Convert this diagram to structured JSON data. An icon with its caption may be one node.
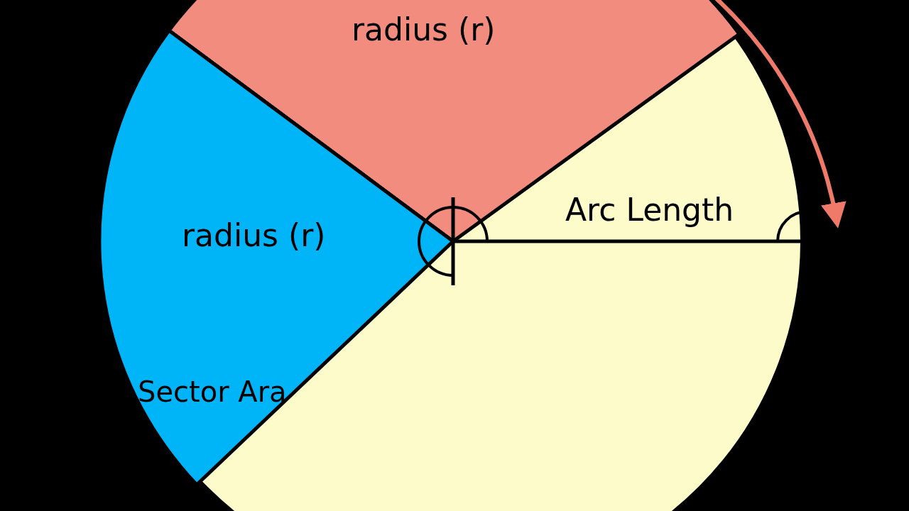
{
  "diagram": {
    "labels": [
      "radius (r)",
      "radius (r)",
      "Arc Length",
      "Sector Ara"
    ]
  }
}
